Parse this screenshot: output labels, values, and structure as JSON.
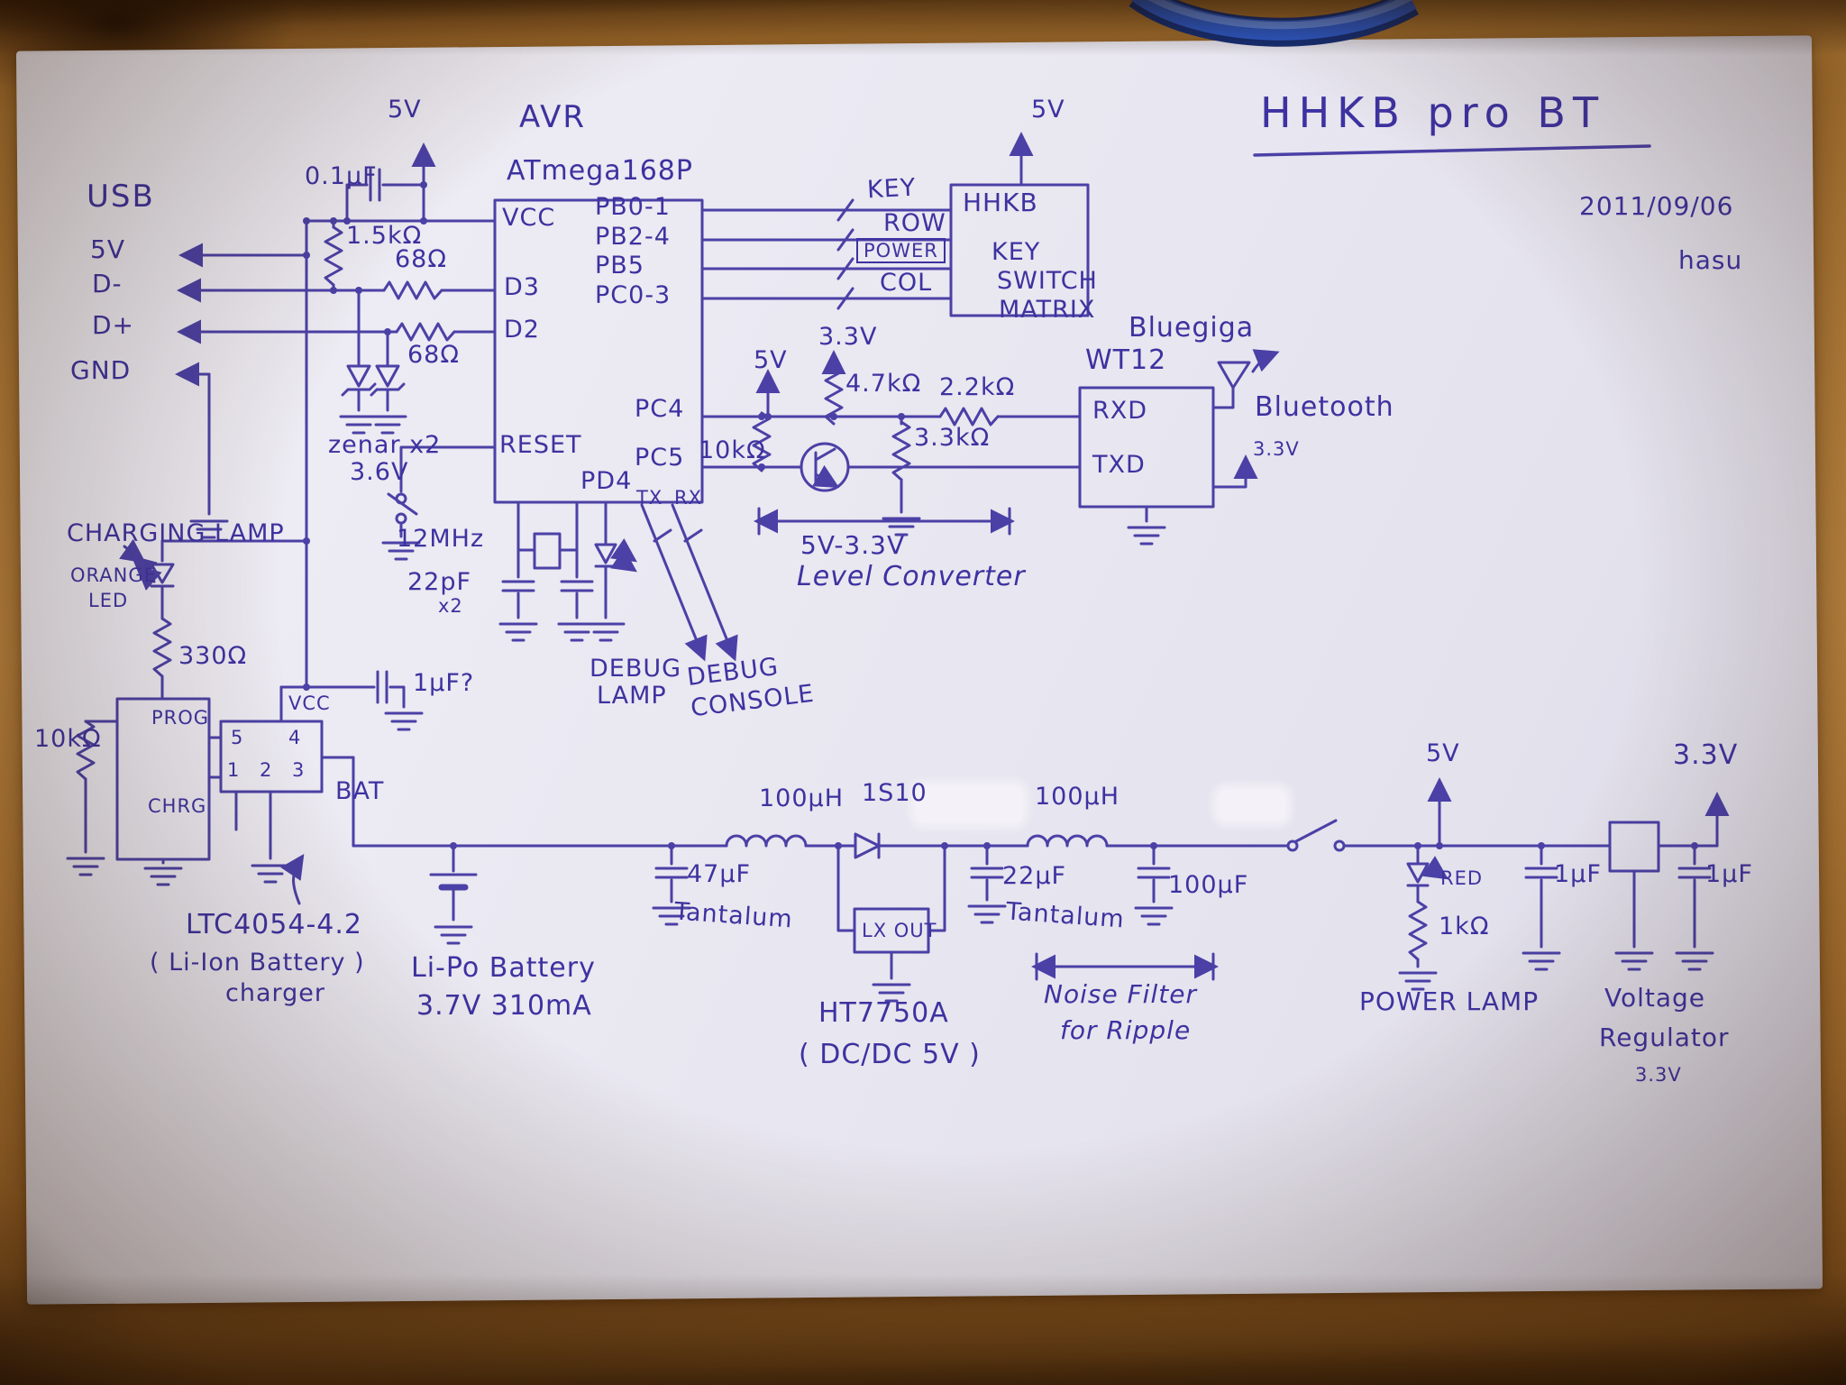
{
  "meta": {
    "title": "HHKB pro BT",
    "date": "2011/09/06",
    "author": "hasu"
  },
  "usb": {
    "title": "USB",
    "v5": "5V",
    "dm": "D-",
    "dp": "D+",
    "gnd": "GND",
    "c_bypass": "0.1µF",
    "r_pullup": "1.5kΩ",
    "r_dm": "68Ω",
    "r_dp": "68Ω",
    "zener": "zenar x2",
    "zener_v": "3.6V"
  },
  "avr": {
    "title": "AVR",
    "part": "ATmega168P",
    "v5": "5V",
    "vcc": "VCC",
    "d3": "D3",
    "d2": "D2",
    "reset": "RESET",
    "pb01": "PB0-1",
    "pb24": "PB2-4",
    "pb5": "PB5",
    "pc03": "PC0-3",
    "pc4": "PC4",
    "pc5": "PC5",
    "pd4": "PD4",
    "tx": "TX",
    "rx": "RX",
    "xtal": "12MHz",
    "xtal_c": "22pF",
    "xtal_qty": "x2",
    "debug_lamp_1": "DEBUG",
    "debug_lamp_2": "LAMP",
    "debug_con_1": "DEBUG",
    "debug_con_2": "CONSOLE"
  },
  "hhkb": {
    "v5": "5V",
    "name": "HHKB",
    "box1": "KEY",
    "box2": "SWITCH",
    "box3": "MATRIX",
    "bus_key": "KEY",
    "bus_row": "ROW",
    "bus_power": "POWER",
    "bus_col": "COL"
  },
  "bt": {
    "brand": "Bluegiga",
    "module": "WT12",
    "rxd": "RXD",
    "txd": "TXD",
    "radio": "Bluetooth",
    "v33": "3.3V"
  },
  "level": {
    "v5": "5V",
    "v33": "3.3V",
    "r10k": "10kΩ",
    "r47k": "4.7kΩ",
    "r22k": "2.2kΩ",
    "r33k": "3.3kΩ",
    "range": "5V-3.3V",
    "caption": "Level Converter"
  },
  "charger": {
    "lamp": "CHARGING LAMP",
    "led1": "ORANGE",
    "led2": "LED",
    "r330": "330Ω",
    "r10k": "10kΩ",
    "prog": "PROG",
    "chrg": "CHRG",
    "vcc": "VCC",
    "bat": "BAT",
    "p5": "5",
    "p4": "4",
    "p1": "1",
    "p2": "2",
    "p3": "3",
    "c1": "1µF?",
    "part": "LTC4054-4.2",
    "cap1": "( Li-Ion Battery )",
    "cap2": "charger"
  },
  "battery": {
    "l1": "Li-Po Battery",
    "l2": "3.7V 310mA"
  },
  "dcdc": {
    "l1": "100µH",
    "d1": "1S10",
    "l2": "100µH",
    "cin": "47µF",
    "cin_t": "Tantalum",
    "lx": "LX OUT",
    "cout": "22µF",
    "cout_t": "Tantalum",
    "cout2": "100µF",
    "part": "HT7750A",
    "caption": "( DC/DC 5V )",
    "nf1": "Noise Filter",
    "nf2": "for Ripple"
  },
  "power": {
    "v5": "5V",
    "led": "RED",
    "r1k": "1kΩ",
    "lamp": "POWER LAMP",
    "c1": "1µF",
    "c2": "1µF",
    "v33": "3.3V",
    "reg1": "Voltage",
    "reg2": "Regulator",
    "reg3": "3.3V"
  }
}
